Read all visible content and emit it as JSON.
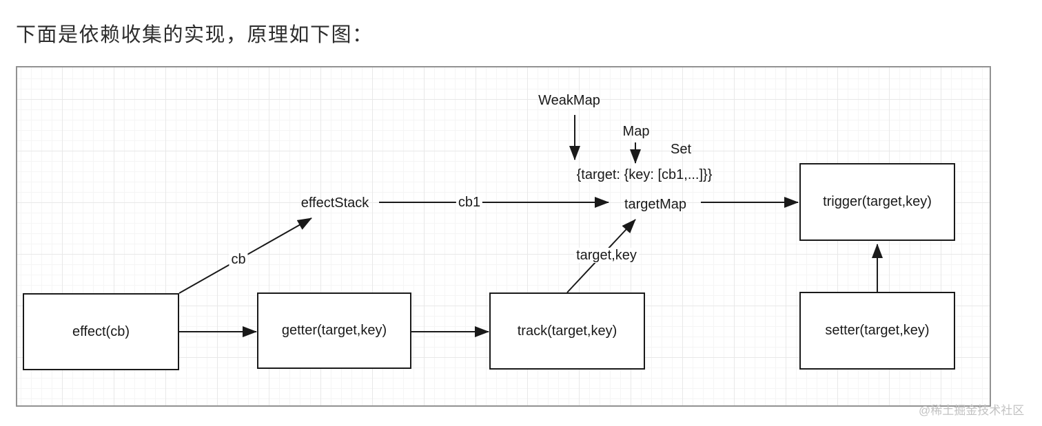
{
  "page": {
    "title": "下面是依赖收集的实现，原理如下图：",
    "watermark": "@稀土掘金技术社区"
  },
  "diagram": {
    "type": "flowchart",
    "colors": {
      "line": "#191919",
      "box_border": "#191919",
      "box_fill": "#ffffff",
      "frame_border": "#919191",
      "grid_major": "#e8e8e8",
      "grid_minor": "#f5f5f5",
      "text": "#191919",
      "watermark": "#c2c2c2"
    },
    "boxes": [
      {
        "id": "effect",
        "label": "effect(cb)"
      },
      {
        "id": "getter",
        "label": "getter(target,key)"
      },
      {
        "id": "track",
        "label": "track(target,key)"
      },
      {
        "id": "setter",
        "label": "setter(target,key)"
      },
      {
        "id": "trigger",
        "label": "trigger(target,key)"
      }
    ],
    "labels": [
      {
        "id": "weakmap",
        "text": "WeakMap"
      },
      {
        "id": "map",
        "text": "Map"
      },
      {
        "id": "set",
        "text": "Set"
      },
      {
        "id": "structure",
        "text": "{target: {key: [cb1,...]}}"
      },
      {
        "id": "effectstack",
        "text": "effectStack"
      },
      {
        "id": "cb1",
        "text": "cb1"
      },
      {
        "id": "targetmap",
        "text": "targetMap"
      },
      {
        "id": "cb",
        "text": "cb"
      },
      {
        "id": "targetkey",
        "text": "target,key"
      }
    ],
    "edges": [
      {
        "from": "WeakMap",
        "to": "{target: {key: [cb1,...]}}",
        "label": ""
      },
      {
        "from": "Map",
        "to": "{target: {key: [cb1,...]}}",
        "label": ""
      },
      {
        "from": "effectStack",
        "to": "targetMap",
        "label": "cb1"
      },
      {
        "from": "targetMap",
        "to": "trigger(target,key)",
        "label": ""
      },
      {
        "from": "effect(cb)",
        "to": "effectStack",
        "label": "cb"
      },
      {
        "from": "effect(cb)",
        "to": "getter(target,key)",
        "label": ""
      },
      {
        "from": "getter(target,key)",
        "to": "track(target,key)",
        "label": ""
      },
      {
        "from": "track(target,key)",
        "to": "targetMap",
        "label": "target,key"
      },
      {
        "from": "setter(target,key)",
        "to": "trigger(target,key)",
        "label": ""
      }
    ]
  }
}
